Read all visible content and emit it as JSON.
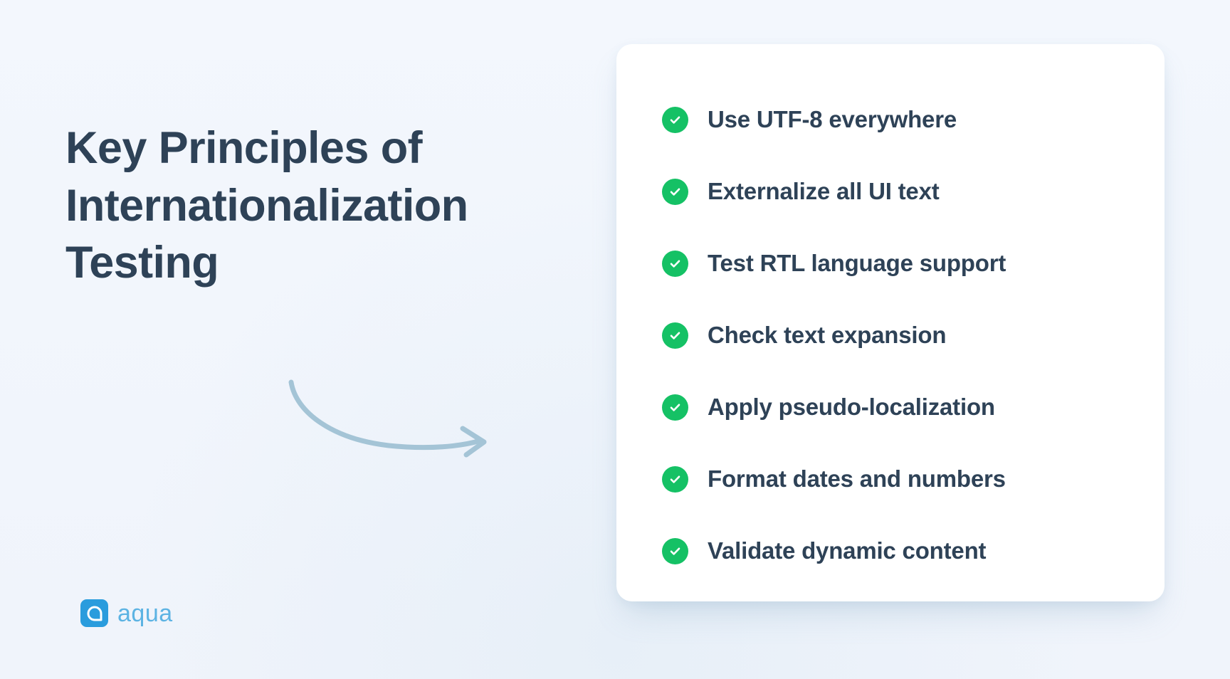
{
  "background_color": "#f1f5fc",
  "heading": {
    "text": "Key Principles of\nInternationalization\nTesting",
    "color": "#2e4257"
  },
  "decorative": {
    "arrow_icon_name": "curved-arrow-icon",
    "arrow_color": "#a4c4d6"
  },
  "brand": {
    "mark_icon_name": "aqua-logo-mark",
    "mark_color": "#2a9cdd",
    "wordmark": "aqua",
    "wordmark_color": "#5cb3e3"
  },
  "card": {
    "background_color": "#ffffff",
    "check_color": "#15c165",
    "items": [
      {
        "icon": "check-circle-icon",
        "label": "Use UTF-8 everywhere"
      },
      {
        "icon": "check-circle-icon",
        "label": "Externalize all UI text"
      },
      {
        "icon": "check-circle-icon",
        "label": "Test RTL language support"
      },
      {
        "icon": "check-circle-icon",
        "label": "Check text expansion"
      },
      {
        "icon": "check-circle-icon",
        "label": "Apply pseudo-localization"
      },
      {
        "icon": "check-circle-icon",
        "label": "Format dates and numbers"
      },
      {
        "icon": "check-circle-icon",
        "label": "Validate dynamic content"
      }
    ]
  }
}
